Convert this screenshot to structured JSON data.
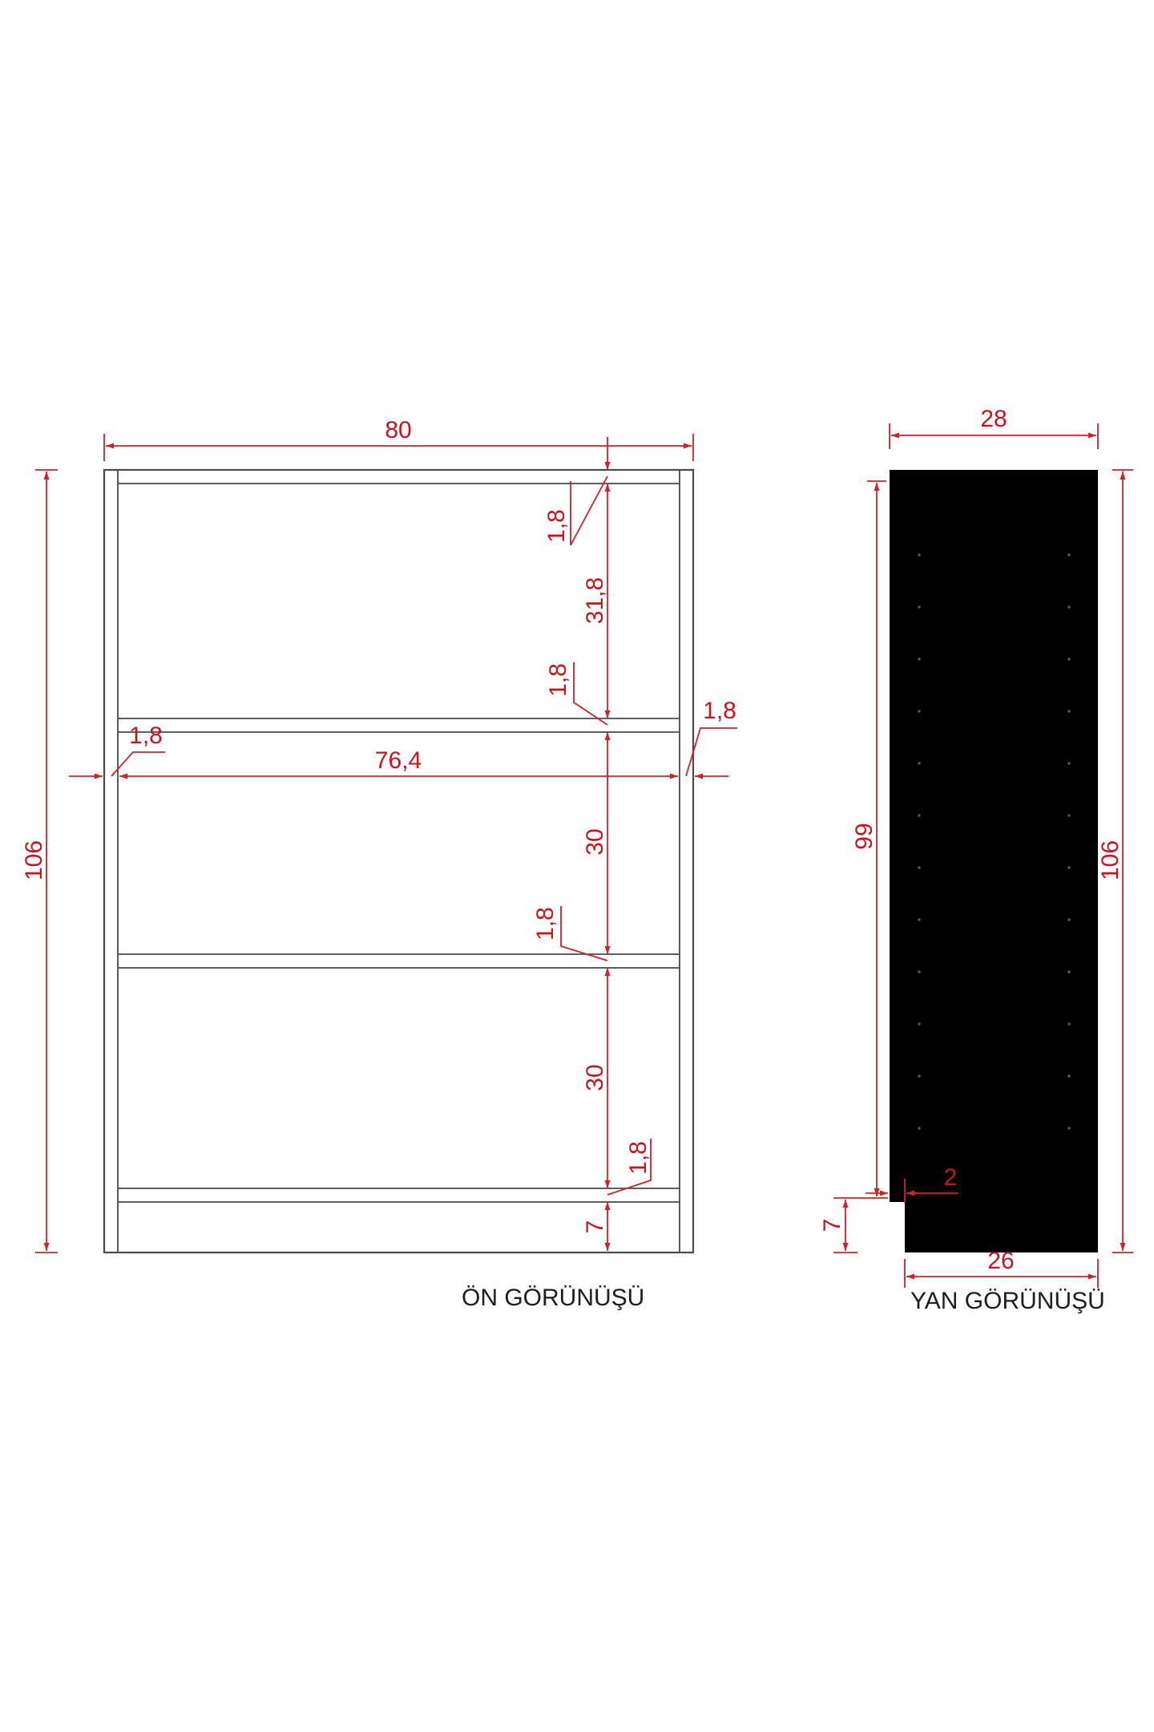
{
  "views": {
    "front": {
      "title": "ÖN GÖRÜNÜŞÜ",
      "dims": {
        "width": "80",
        "height": "106",
        "inner_width": "76,4",
        "top_board": "1,8",
        "shelf1_board": "1,8",
        "shelf2_board": "1,8",
        "bottom_board": "1,8",
        "left_side": "1,8",
        "right_side": "1,8",
        "top_gap": "31,8",
        "mid_gap": "30",
        "lower_gap": "30",
        "plinth": "7"
      }
    },
    "side": {
      "title": "YAN GÖRÜNÜŞÜ",
      "dims": {
        "depth": "28",
        "height": "106",
        "inner_height": "99",
        "plinth_height": "7",
        "plinth_recess": "2",
        "bottom_depth": "26"
      },
      "shelf_pin_holes_per_column": 12
    }
  },
  "colors": {
    "dimension": "#d4202a",
    "outline": "#4a4a4a",
    "title": "#1e1e1e"
  }
}
